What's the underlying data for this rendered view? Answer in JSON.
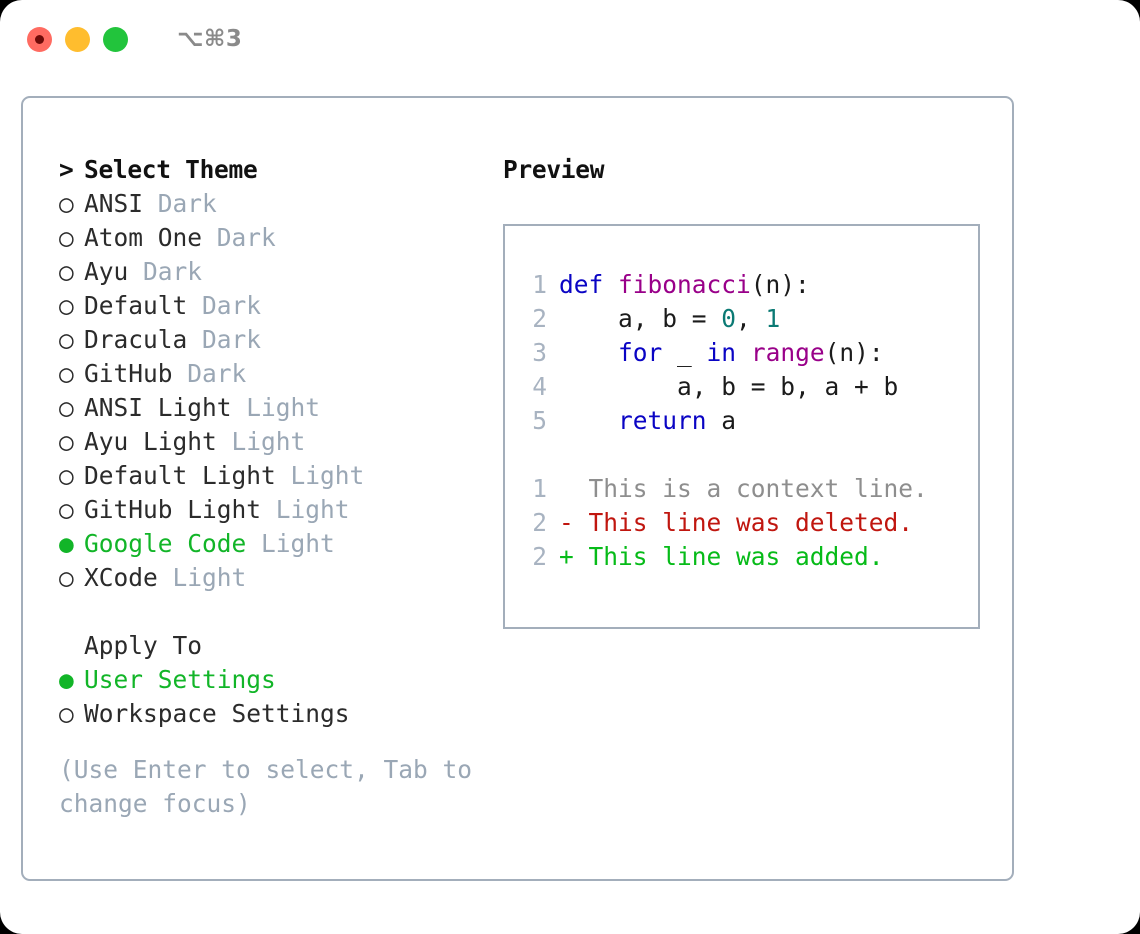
{
  "window": {
    "shortcut": "⌥⌘3",
    "traffic_lights": [
      {
        "name": "close",
        "color": "#ff6b61"
      },
      {
        "name": "minimize",
        "color": "#ffbd2e"
      },
      {
        "name": "maximize",
        "color": "#22c43c"
      }
    ]
  },
  "theme_list": {
    "heading_marker": ">",
    "heading": "Select Theme",
    "marker_selected": "●",
    "marker_unselected": "○",
    "items": [
      {
        "label": "ANSI",
        "suffix": "Dark",
        "selected": false
      },
      {
        "label": "Atom One",
        "suffix": "Dark",
        "selected": false
      },
      {
        "label": "Ayu",
        "suffix": "Dark",
        "selected": false
      },
      {
        "label": "Default",
        "suffix": "Dark",
        "selected": false
      },
      {
        "label": "Dracula",
        "suffix": "Dark",
        "selected": false
      },
      {
        "label": "GitHub",
        "suffix": "Dark",
        "selected": false
      },
      {
        "label": "ANSI Light",
        "suffix": "Light",
        "selected": false
      },
      {
        "label": "Ayu Light",
        "suffix": "Light",
        "selected": false
      },
      {
        "label": "Default Light",
        "suffix": "Light",
        "selected": false
      },
      {
        "label": "GitHub Light",
        "suffix": "Light",
        "selected": false
      },
      {
        "label": "Google Code",
        "suffix": "Light",
        "selected": true
      },
      {
        "label": "XCode",
        "suffix": "Light",
        "selected": false
      }
    ]
  },
  "apply_to": {
    "heading": "Apply To",
    "items": [
      {
        "label": "User Settings",
        "selected": true
      },
      {
        "label": "Workspace Settings",
        "selected": false
      }
    ]
  },
  "hint": "(Use Enter to select, Tab to change focus)",
  "preview": {
    "title": "Preview",
    "code_lines": [
      {
        "no": "1",
        "tokens": [
          {
            "t": "def",
            "c": "kw"
          },
          {
            "t": " ",
            "c": "plain"
          },
          {
            "t": "fibonacci",
            "c": "fn"
          },
          {
            "t": "(n):",
            "c": "plain"
          }
        ]
      },
      {
        "no": "2",
        "tokens": [
          {
            "t": "    a, b = ",
            "c": "plain"
          },
          {
            "t": "0",
            "c": "num"
          },
          {
            "t": ", ",
            "c": "plain"
          },
          {
            "t": "1",
            "c": "num"
          }
        ]
      },
      {
        "no": "3",
        "tokens": [
          {
            "t": "    ",
            "c": "plain"
          },
          {
            "t": "for",
            "c": "kw"
          },
          {
            "t": " _ ",
            "c": "plain"
          },
          {
            "t": "in",
            "c": "kw"
          },
          {
            "t": " ",
            "c": "plain"
          },
          {
            "t": "range",
            "c": "fn"
          },
          {
            "t": "(n):",
            "c": "plain"
          }
        ]
      },
      {
        "no": "4",
        "tokens": [
          {
            "t": "        a, b = b, a + b",
            "c": "plain"
          }
        ]
      },
      {
        "no": "5",
        "tokens": [
          {
            "t": "    ",
            "c": "plain"
          },
          {
            "t": "return",
            "c": "kw"
          },
          {
            "t": " a",
            "c": "plain"
          }
        ]
      }
    ],
    "diff_lines": [
      {
        "no": "1",
        "sign": "  ",
        "text": "This is a context line.",
        "kind": "ctx"
      },
      {
        "no": "2",
        "sign": "- ",
        "text": "This line was deleted.",
        "kind": "del"
      },
      {
        "no": "2",
        "sign": "+ ",
        "text": "This line was added.",
        "kind": "add"
      }
    ]
  },
  "colors": {
    "accent_green": "#12b528",
    "border": "#a3aebb",
    "muted": "#9aa7b5",
    "keyword": "#0a04c4",
    "function": "#990089",
    "number": "#0b7a74",
    "diff_delete": "#c0160f",
    "diff_add": "#06bb18",
    "diff_context": "#8e8e8e"
  }
}
